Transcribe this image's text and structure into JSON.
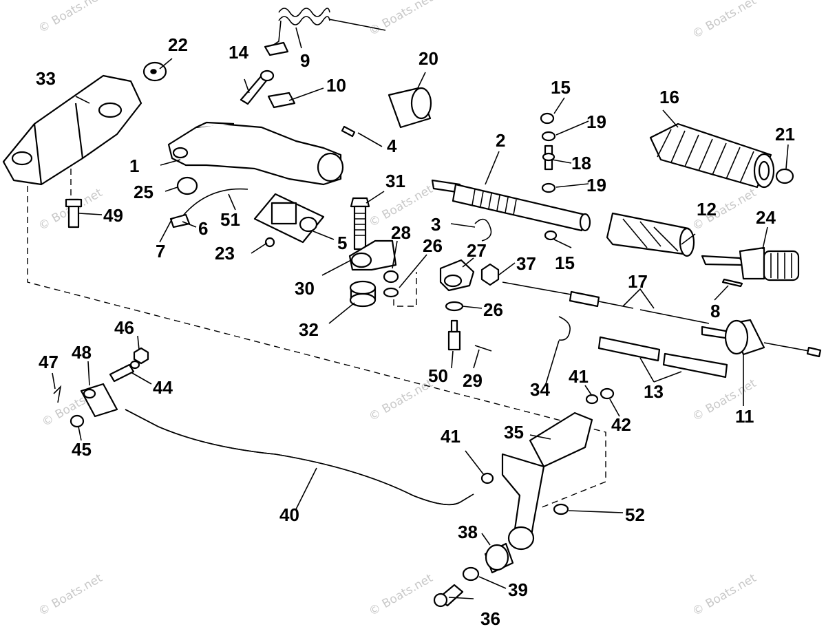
{
  "watermark": "© Boats.net",
  "callouts": [
    "1",
    "2",
    "3",
    "4",
    "5",
    "6",
    "7",
    "8",
    "9",
    "10",
    "11",
    "12",
    "13",
    "14",
    "15",
    "16",
    "17",
    "18",
    "19",
    "20",
    "21",
    "22",
    "23",
    "24",
    "25",
    "26",
    "27",
    "28",
    "29",
    "30",
    "31",
    "32",
    "33",
    "34",
    "35",
    "36",
    "37",
    "38",
    "39",
    "40",
    "41",
    "42",
    "44",
    "45",
    "46",
    "47",
    "48",
    "49",
    "50",
    "51",
    "52"
  ],
  "callout_15b": "15",
  "callout_19b": "19",
  "callout_26b": "26",
  "callout_41b": "41"
}
